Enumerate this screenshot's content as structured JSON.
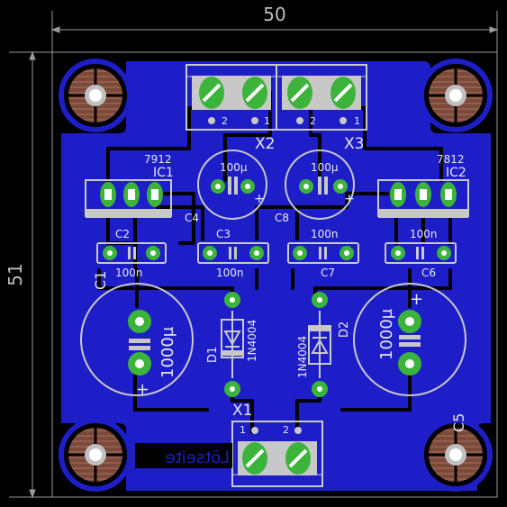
{
  "dimensions": {
    "width_label": "50",
    "height_label": "51"
  },
  "board_text": {
    "solder_side": "Lötseite"
  },
  "components": {
    "X1": {
      "name": "X1",
      "pin1": "1",
      "pin2": "2"
    },
    "X2": {
      "name": "X2",
      "pin1": "1",
      "pin2": "2"
    },
    "X3": {
      "name": "X3",
      "pin1": "1",
      "pin2": "2"
    },
    "IC1": {
      "name": "IC1",
      "value": "7912"
    },
    "IC2": {
      "name": "IC2",
      "value": "7812"
    },
    "C1": {
      "name": "C1",
      "value": "1000µ"
    },
    "C2": {
      "name": "C2",
      "value": "100n"
    },
    "C3": {
      "name": "C3",
      "value": "100n"
    },
    "C4": {
      "name": "C4",
      "value": "100µ"
    },
    "C5": {
      "name": "C5",
      "value": "1000µ"
    },
    "C6": {
      "name": "C6",
      "value": "100n"
    },
    "C7": {
      "name": "C7",
      "value": "100n"
    },
    "C8": {
      "name": "C8",
      "value": "100µ"
    },
    "D1": {
      "name": "D1",
      "value": "1N4004"
    },
    "D2": {
      "name": "D2",
      "value": "1N4004"
    }
  },
  "colors": {
    "board": "#000000",
    "copper": "#1e1ec8",
    "pad": "#3cb43c",
    "silk": "#c8c8c8",
    "hole": "#c0c0c0"
  }
}
